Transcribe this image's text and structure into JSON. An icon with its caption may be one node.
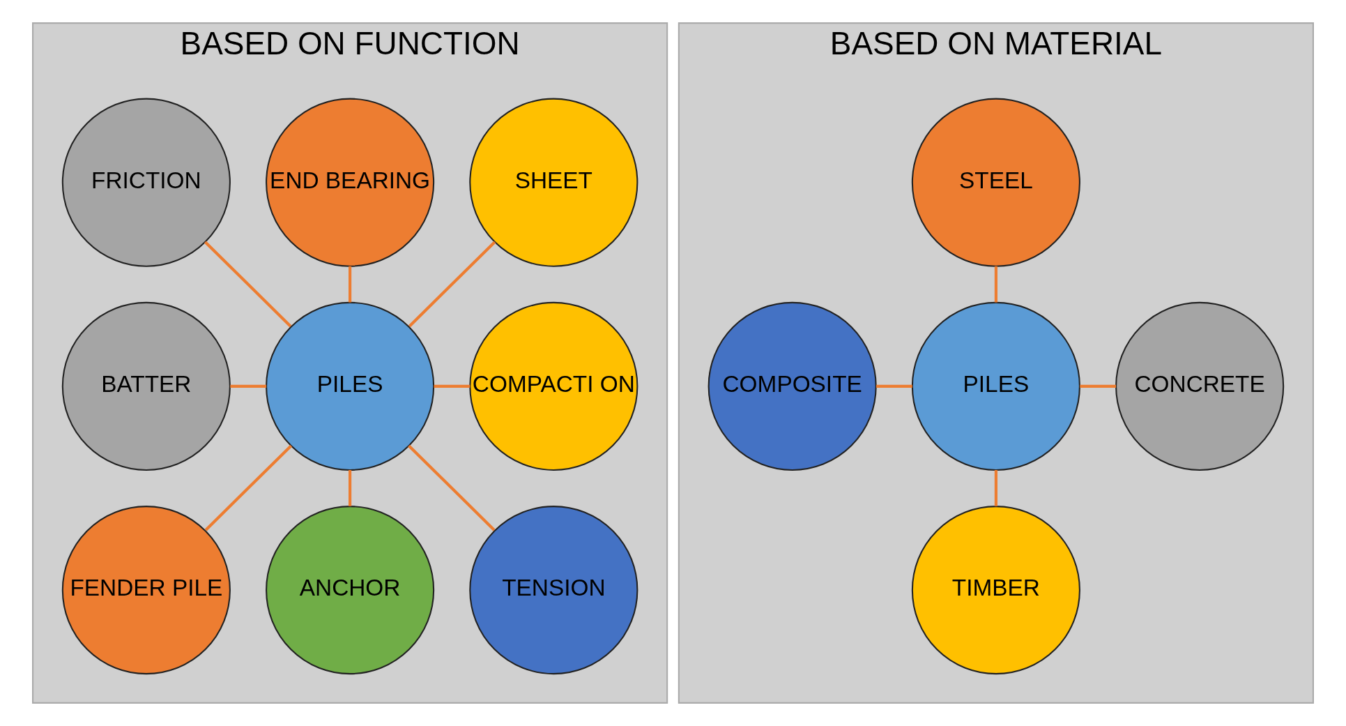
{
  "diagram": {
    "nodes": [
      {
        "text": [
          "BASED ON FUNCTION"
        ]
      },
      {
        "text": [
          "PILES"
        ],
        "in": 0
      },
      {
        "text": [
          "SHEET"
        ],
        "in": 0
      },
      {
        "text": [
          "END BEARING"
        ],
        "in": 0
      },
      {
        "text": [
          "FRICTION"
        ],
        "in": 0
      },
      {
        "text": [
          "BATTER"
        ],
        "in": 0
      },
      {
        "text": [
          "COMPACTI ON"
        ],
        "in": 0
      },
      {
        "text": [
          "FENDER PILE"
        ],
        "in": 0
      },
      {
        "text": [
          "ANCHOR"
        ],
        "in": 0
      },
      {
        "text": [
          "TENSION"
        ],
        "in": 0
      },
      {
        "text": [
          "BASED ON MATERIAL"
        ]
      },
      {
        "text": [
          "STEEL"
        ],
        "in": 10
      },
      {
        "text": [
          "COMPOSITE"
        ],
        "in": 10
      },
      {
        "text": [
          "PILES"
        ],
        "in": 10
      },
      {
        "text": [
          "CONCRETE"
        ],
        "in": 10
      },
      {
        "text": [
          "TIMBER"
        ],
        "in": 10
      }
    ],
    "edges": [
      {
        "from": 1,
        "to": 2,
        "arrow": "none"
      },
      {
        "from": 1,
        "to": 3,
        "arrow": "none"
      },
      {
        "from": 1,
        "to": 4,
        "arrow": "none"
      },
      {
        "from": 1,
        "to": 5,
        "arrow": "none"
      },
      {
        "from": 1,
        "to": 6,
        "arrow": "none"
      },
      {
        "from": 1,
        "to": 7,
        "arrow": "none"
      },
      {
        "from": 1,
        "to": 8,
        "arrow": "none"
      },
      {
        "from": 1,
        "to": 9,
        "arrow": "none"
      },
      {
        "from": 13,
        "to": 11,
        "arrow": "none"
      },
      {
        "from": 13,
        "to": 12,
        "arrow": "none"
      },
      {
        "from": 13,
        "to": 14,
        "arrow": "none"
      },
      {
        "from": 13,
        "to": 15,
        "arrow": "none"
      }
    ]
  }
}
